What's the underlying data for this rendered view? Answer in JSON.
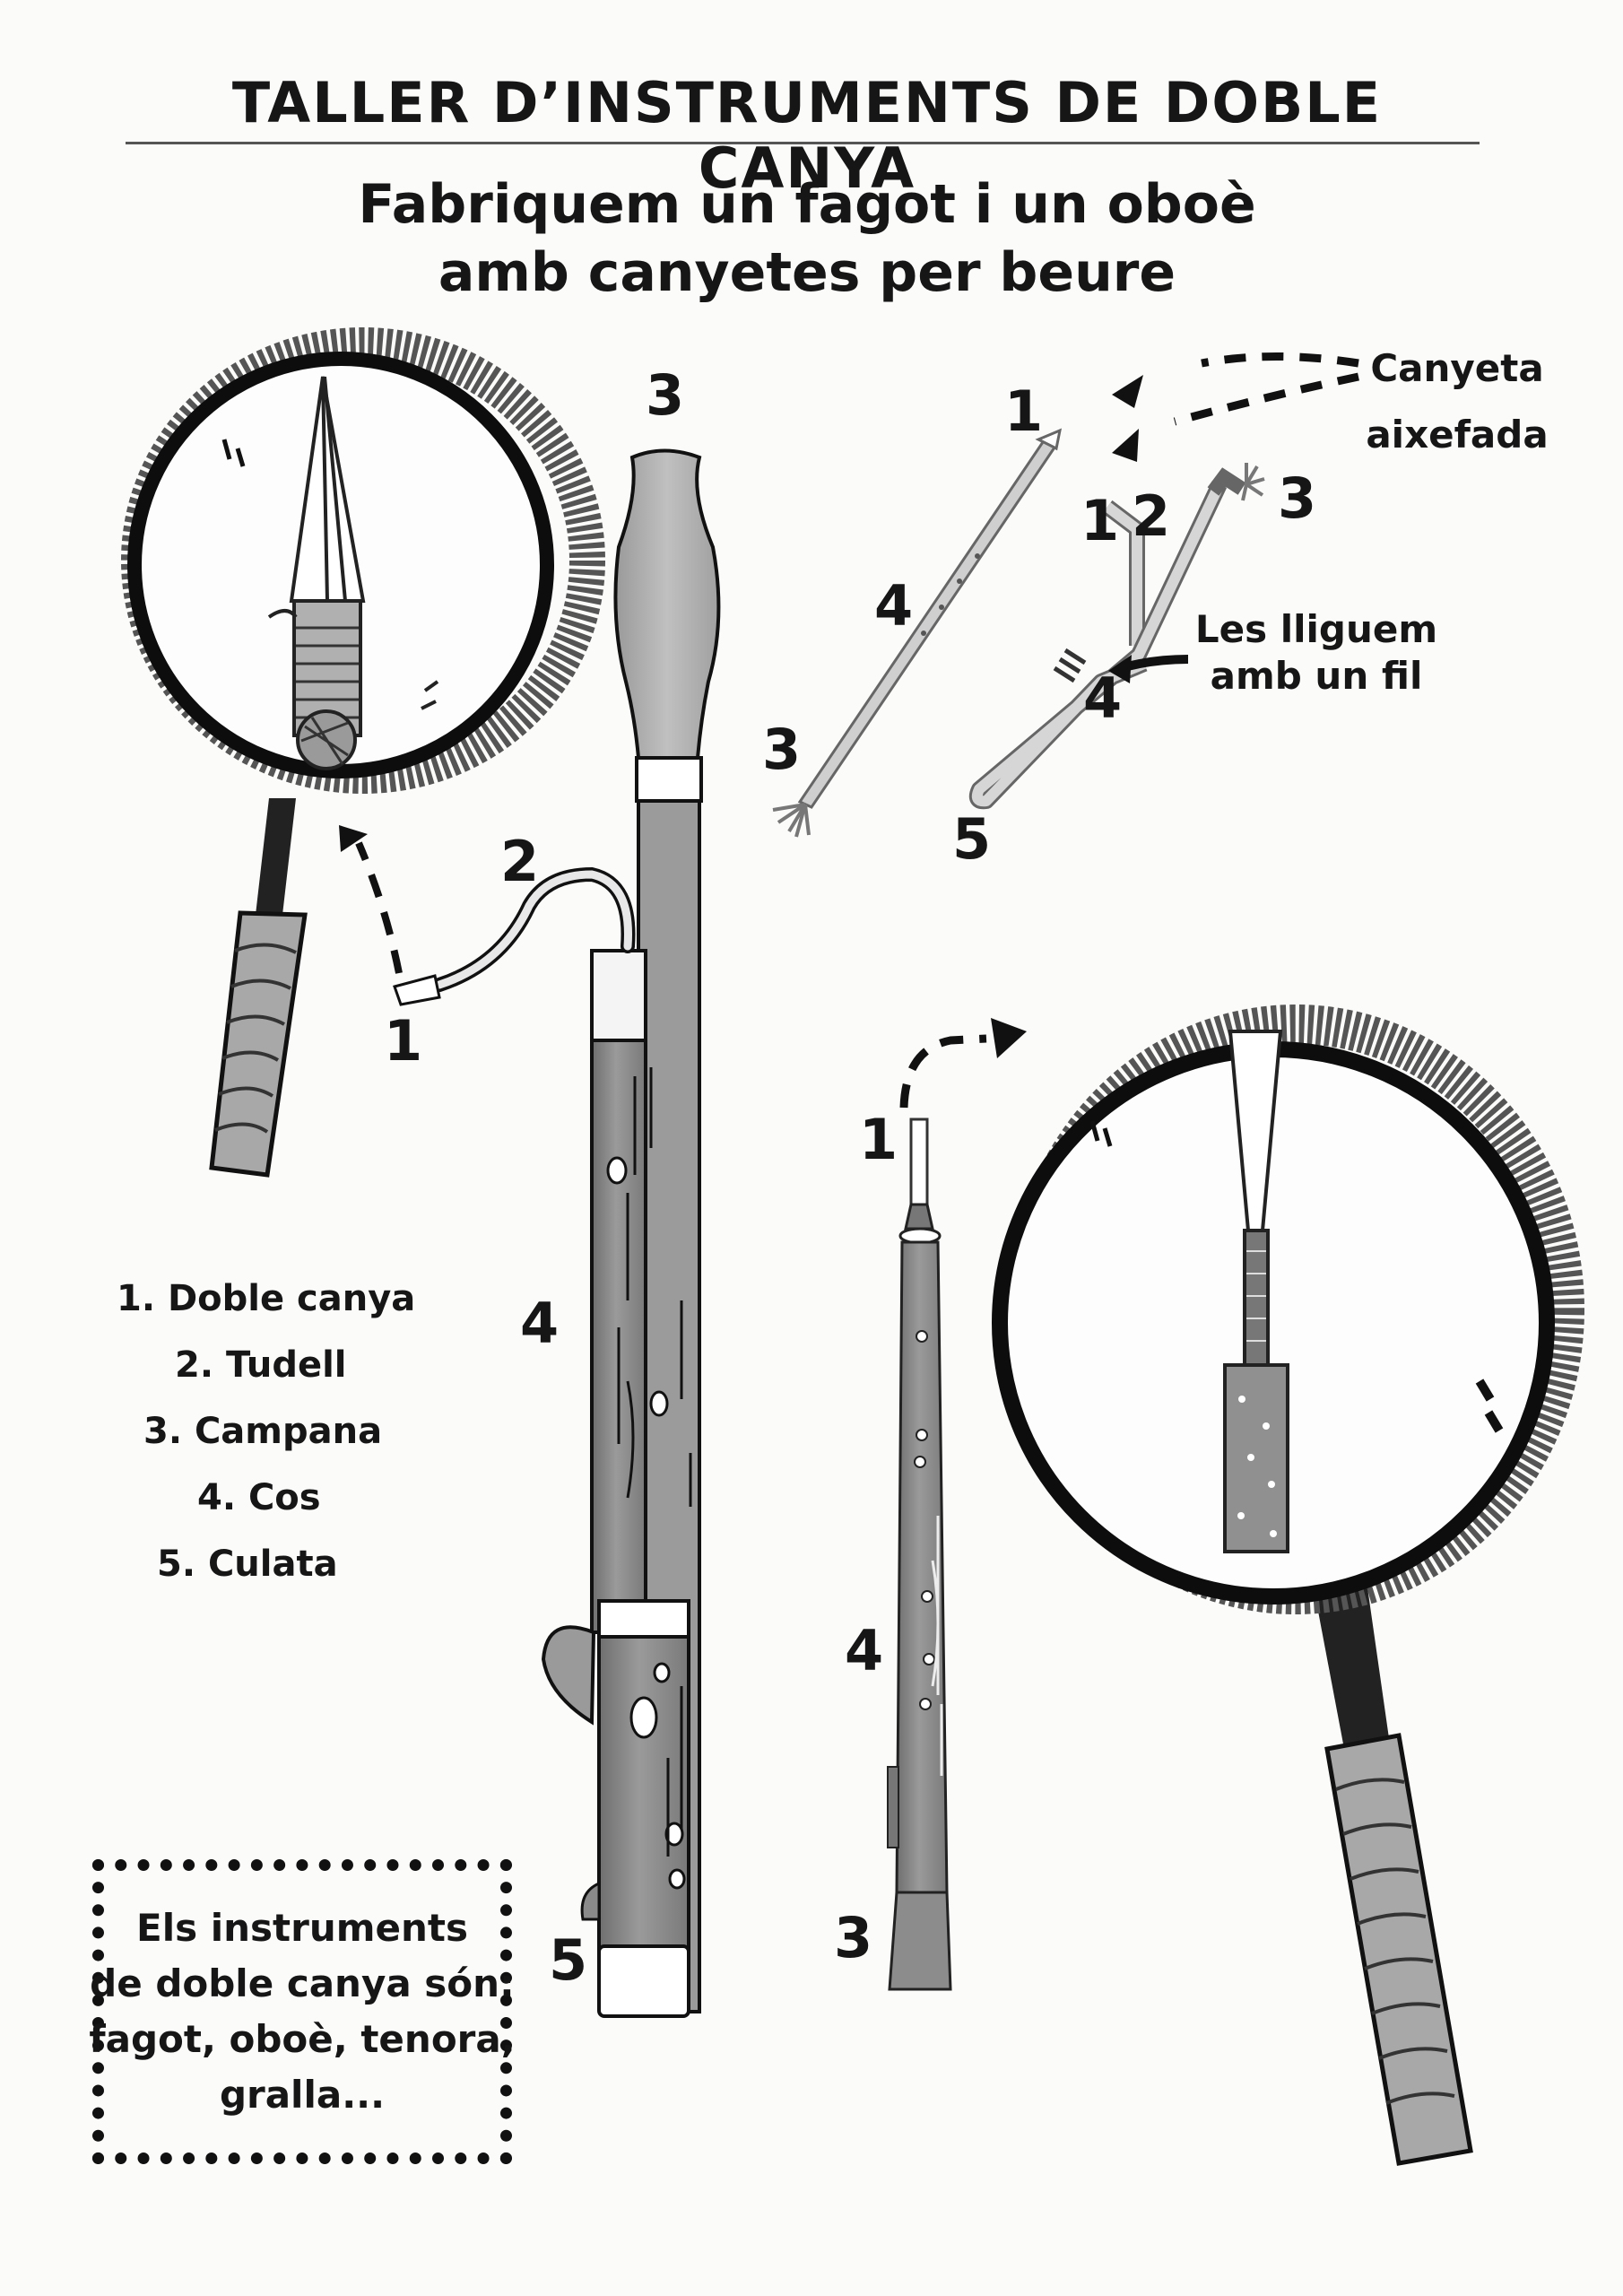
{
  "title": "TALLER D’INSTRUMENTS DE DOBLE CANYA",
  "subtitle": {
    "line1": "Fabriquem un fagot i un oboè",
    "line2": "amb canyetes per beure"
  },
  "straw_note": {
    "line1": "Canyeta",
    "line2": "aixefada"
  },
  "tie_note": {
    "line1": "Les lliguem",
    "line2": "amb un fil"
  },
  "legend": [
    "1. Doble canya",
    "2. Tudell",
    "3. Campana",
    "4. Cos",
    "5. Culata"
  ],
  "infobox": {
    "line1": "Els instruments",
    "line2": "de doble canya són:",
    "line3": "fagot, oboè, tenora,",
    "line4": "gralla..."
  },
  "labels": {
    "bassoon_bell": "3",
    "bassoon_bocal": "2",
    "bassoon_reed": "1",
    "bassoon_body": "4",
    "bassoon_boot": "5",
    "straw1_reed": "1",
    "straw1_body": "4",
    "straw1_bell": "3",
    "straw2_reed": "1",
    "straw2_bocal": "2",
    "straw2_bell": "3",
    "straw2_body": "4",
    "straw2_boot": "5",
    "oboe_reed": "1",
    "oboe_body": "4",
    "oboe_bell": "3"
  },
  "colors": {
    "ink": "#161616",
    "instrument_gray": "#8c8c8c",
    "light_gray": "#b8b8b8",
    "handle_gray": "#a8a8a8"
  }
}
